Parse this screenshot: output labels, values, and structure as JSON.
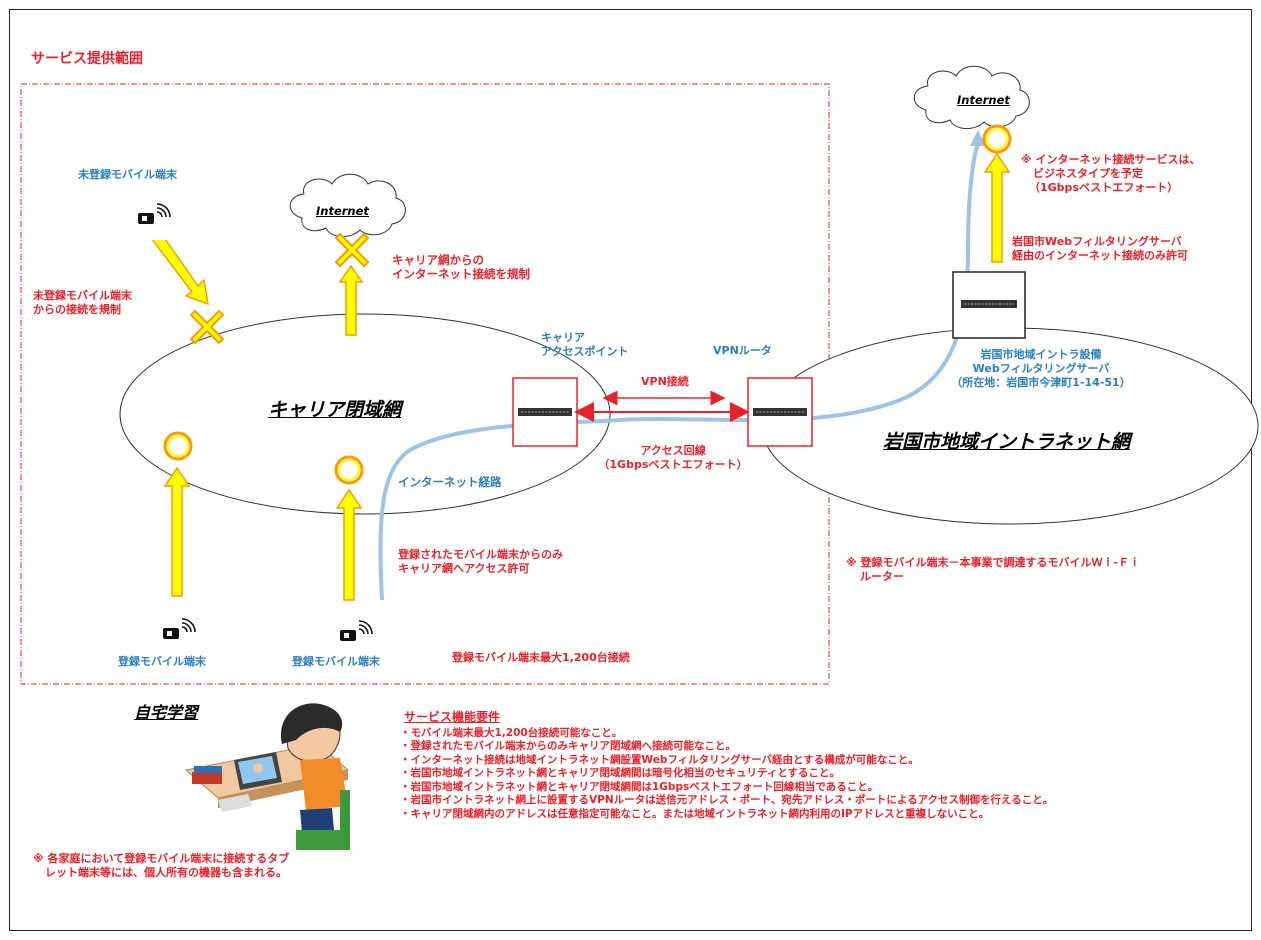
{
  "service_area": {
    "title": "サービス提供範囲"
  },
  "internet_label": "Internet",
  "carrier_network": {
    "name": "キャリア閉域網",
    "blocked_internet_note": [
      "キャリア網からの",
      "インターネット接続を規制"
    ],
    "unregistered_device": "未登録モバイル端末",
    "unregistered_block_note": [
      "未登録モバイル端末",
      "からの接続を規制"
    ],
    "registered_device_1": "登録モバイル端末",
    "registered_device_2": "登録モバイル端末",
    "registered_access_note": [
      "登録されたモバイル端末からのみ",
      "キャリア網へアクセス許可"
    ],
    "max_devices_note": "登録モバイル端末最大1,200台接続",
    "internet_route": "インターネット経路"
  },
  "access_point": {
    "label": [
      "キャリア",
      "アクセスポイント"
    ],
    "vpn_router": "VPNルータ",
    "vpn_connection": "VPN接続",
    "access_line": [
      "アクセス回線",
      "（1Gbpsベストエフォート）"
    ]
  },
  "intranet": {
    "name": "岩国市地域イントラネット網",
    "server_label": [
      "岩国市地域イントラ設備",
      "Webフィルタリングサーバ",
      "（所在地：岩国市今津町1-14-51）"
    ],
    "internet_service_note": [
      "※ インターネット接続サービスは、",
      "ビジネスタイプを予定",
      "（1Gbpsベストエフォート）"
    ],
    "filter_note": [
      "岩国市Webフィルタリングサーバ",
      "経由のインターネット接続のみ許可"
    ],
    "router_note": [
      "※ 登録モバイル端末－本事業で調達するモバイルＷｉ-Ｆｉ",
      "ルーター"
    ]
  },
  "home_study": {
    "title": "自宅学習",
    "note": [
      "※ 各家庭において登録モバイル端末に接続するタブ",
      "レット端末等には、個人所有の機器も含まれる。"
    ]
  },
  "requirements": {
    "title": "サービス機能要件",
    "items": [
      "・モバイル端末最大1,200台接続可能なこと。",
      "・登録されたモバイル端末からのみキャリア閉域網へ接続可能なこと。",
      "・インターネット接続は地域イントラネット網設置Webフィルタリングサーバ経由とする構成が可能なこと。",
      "・岩国市地域イントラネット網とキャリア閉域網間は暗号化相当のセキュリティとすること。",
      "・岩国市地域イントラネット網とキャリア閉域網間は1Gbpsベストエフォート回線相当であること。",
      "・岩国市イントラネット網上に設置するVPNルータは送信元アドレス・ポート、宛先アドレス・ポートによるアクセス制御を行えること。",
      "・キャリア閉域網内のアドレスは任意指定可能なこと。または地域イントラネット網内利用のIPアドレスと重複しないこと。"
    ]
  },
  "colors": {
    "red": "#e8222a",
    "blue": "#2a7fc4",
    "arrow_fill": "#ffff00",
    "arrow_stroke": "#ff9900",
    "route_line": "#9dc3e6"
  }
}
